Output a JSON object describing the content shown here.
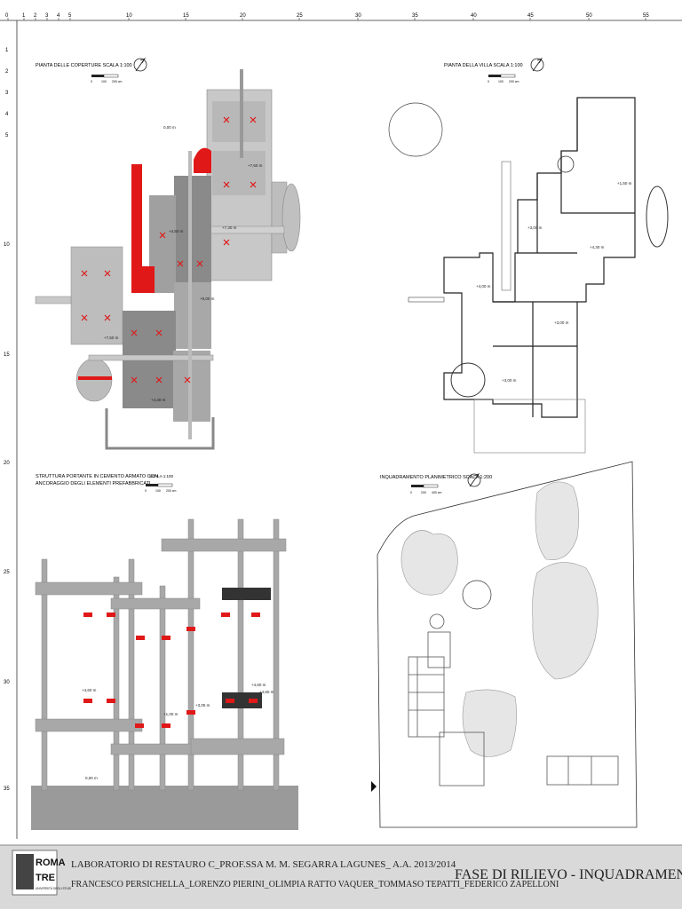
{
  "ruler": {
    "top_ticks": [
      "0",
      "1",
      "2",
      "3",
      "4",
      "5",
      "10",
      "15",
      "20",
      "25",
      "30",
      "35",
      "40",
      "45",
      "50",
      "55"
    ],
    "left_ticks": [
      "1",
      "2",
      "3",
      "4",
      "5",
      "10",
      "15",
      "20",
      "25",
      "30",
      "35"
    ]
  },
  "panels": {
    "roof_plan": {
      "title": "PIANTA DELLE COPERTURE   SCALA 1:100",
      "scale_ticks": [
        "0",
        "100",
        "200 cm"
      ],
      "elevations": [
        "0,00 m",
        "+7,60 m",
        "+4,50 m",
        "+7,30 m",
        "+5,00 m",
        "+7,50 m",
        "+4,30 m"
      ]
    },
    "villa_plan": {
      "title": "PIANTA DELLA VILLA   SCALA 1:100",
      "scale_ticks": [
        "0",
        "100",
        "200 cm"
      ],
      "elevations": [
        "+1,50 m",
        "+3,00 m",
        "+4,30 m",
        "+4,00 m",
        "+3,00 m",
        "+3,00 m"
      ]
    },
    "structure": {
      "title_line1": "STRUTTURA PORTANTE IN CEMENTO ARMATO CON",
      "title_line2": "ANCORAGGIO  DEGLI  ELEMENTI  PREFABBRICATI",
      "scale_label": "SCALA 1:100",
      "scale_ticks": [
        "0",
        "100",
        "200 cm"
      ],
      "elevations": [
        "+4,60 m",
        "+1,00 m",
        "+3,05 m",
        "+4,60 m",
        "+4,60 m",
        "0,00 m"
      ]
    },
    "site_plan": {
      "title": "INQUADRAMENTO PLANIMETRICO  SCALA 1:200",
      "scale_ticks": [
        "0",
        "200",
        "400 cm"
      ]
    }
  },
  "footer": {
    "logo_line1": "ROMA",
    "logo_line2": "TRE",
    "logo_line3": "UNIVERSITÀ DEGLI STUDI",
    "course": "LABORATORIO DI RESTAURO C_PROF.SSA M. M. SEGARRA LAGUNES_ A.A. 2013/2014",
    "authors": "FRANCESCO PERSICHELLA_LORENZO PIERINI_OLIMPIA RATTO VAQUER_TOMMASO TEPATTI_FEDERICO ZAPELLONI",
    "phase": "FASE DI RILIEVO - INQUADRAMENTO"
  },
  "colors": {
    "accent_red": "#e01818",
    "roof_light": "#c8c8c8",
    "roof_mid": "#a8a8a8",
    "roof_dark": "#8a8a8a",
    "footer_bg": "#d9d9d9"
  }
}
